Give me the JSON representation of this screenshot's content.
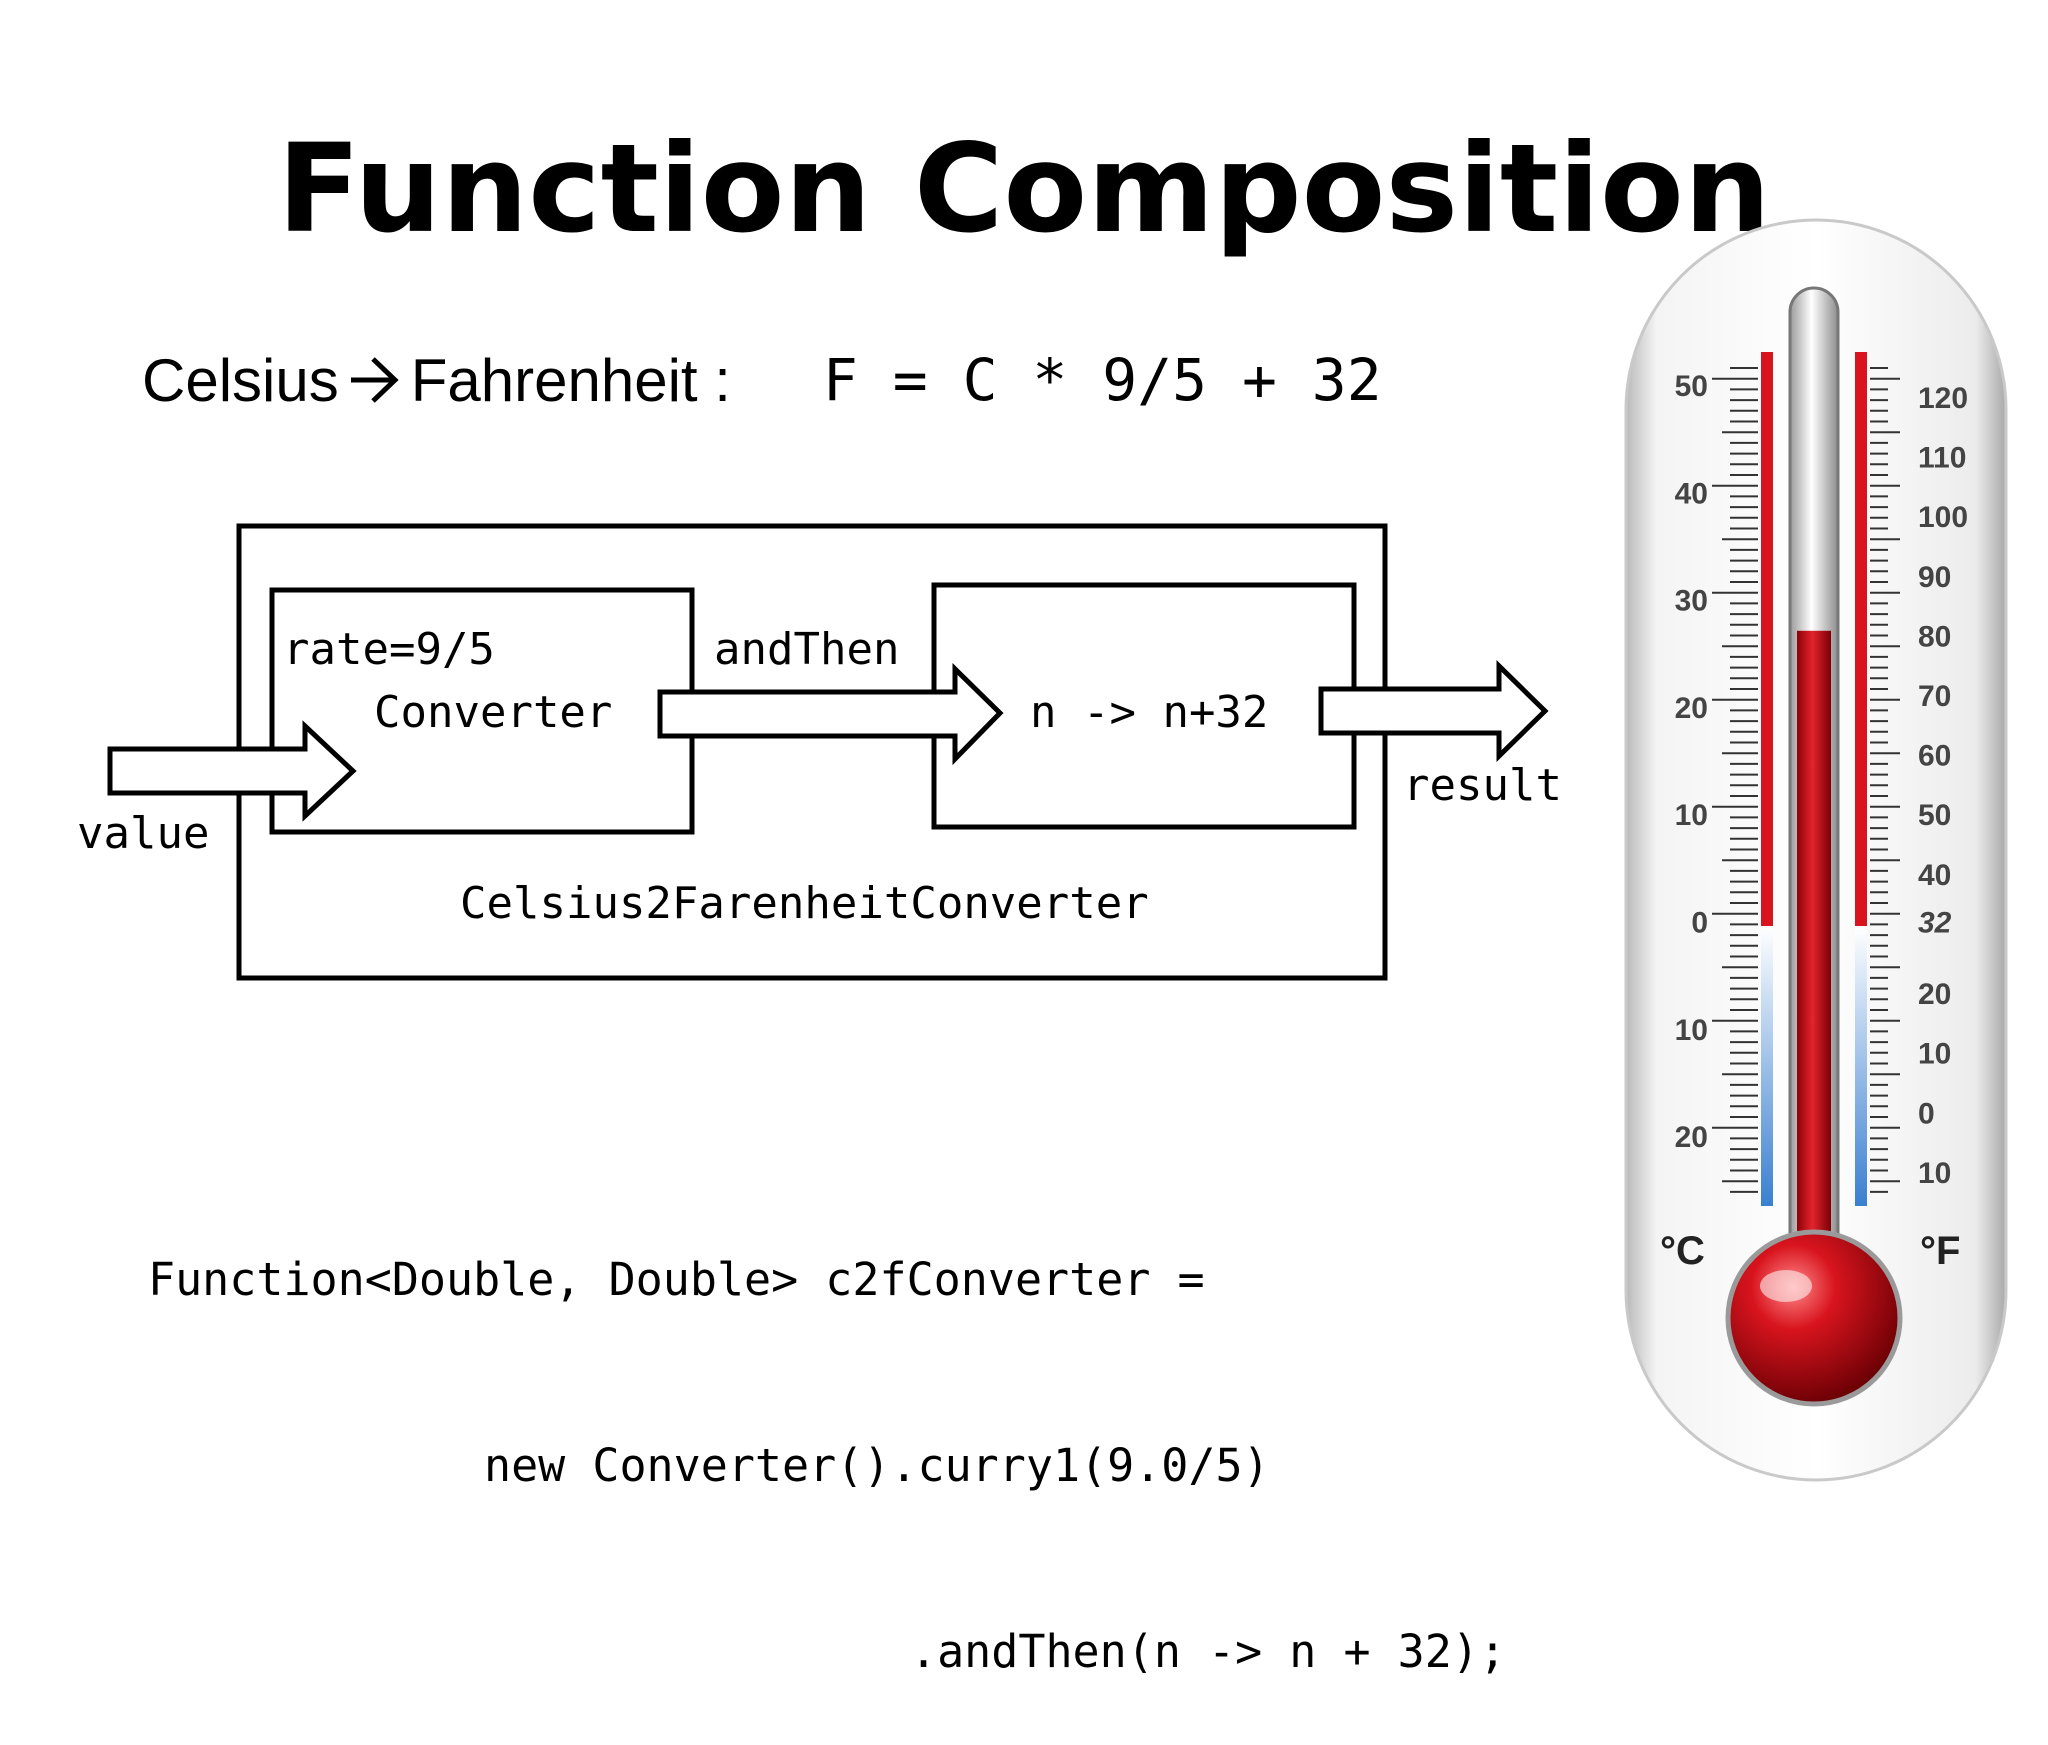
{
  "title": "Function Composition",
  "subtitle": {
    "left": "Celsius",
    "right": "Fahrenheit :",
    "formula": "F = C * 9/5 + 32"
  },
  "diagram": {
    "converter_param": "rate=9/5",
    "converter_label": "Converter",
    "compose_label": "andThen",
    "lambda_label": "n -> n+32",
    "outer_label": "Celsius2FarenheitConverter",
    "input_label": "value",
    "output_label": "result"
  },
  "code": {
    "line1": "Function<Double, Double> c2fConverter =",
    "line2": "new Converter().curry1(9.0/5)",
    "line3": ".andThen(n -> n + 32);"
  },
  "thermometer": {
    "celsius_unit": "°C",
    "fahrenheit_unit": "°F",
    "celsius_ticks": [
      "50",
      "40",
      "30",
      "20",
      "10",
      "0",
      "10",
      "20"
    ],
    "fahrenheit_ticks": [
      "120",
      "110",
      "100",
      "90",
      "80",
      "70",
      "60",
      "50",
      "40",
      "32",
      "20",
      "10",
      "0",
      "10"
    ],
    "reading_celsius": 27,
    "colors": {
      "mercury": "#c8101a",
      "cold_scale": "#3a7fd0",
      "hot_scale": "#d8141e"
    }
  }
}
